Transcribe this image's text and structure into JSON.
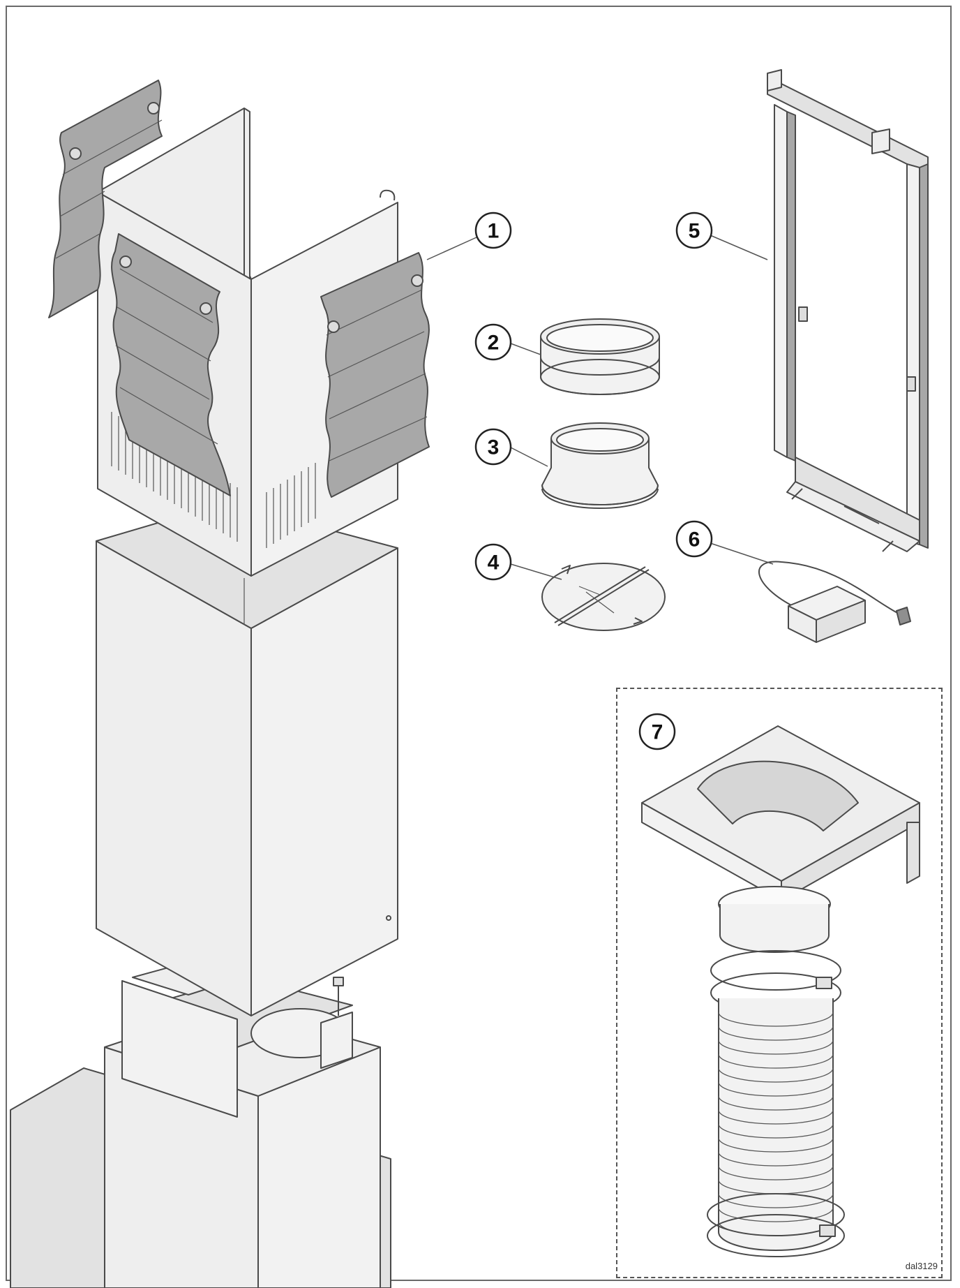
{
  "callouts": [
    {
      "id": "part-1",
      "label": "1"
    },
    {
      "id": "part-2",
      "label": "2"
    },
    {
      "id": "part-3",
      "label": "3"
    },
    {
      "id": "part-4",
      "label": "4"
    },
    {
      "id": "part-5",
      "label": "5"
    },
    {
      "id": "part-6",
      "label": "6"
    },
    {
      "id": "part-7",
      "label": "7"
    }
  ],
  "drawing_code": "dal3129",
  "colors": {
    "frame": "#6a6a6a",
    "part_fill": "#eeeeee",
    "grille_fill": "#a8a8a8",
    "line": "#4a4a4a"
  }
}
